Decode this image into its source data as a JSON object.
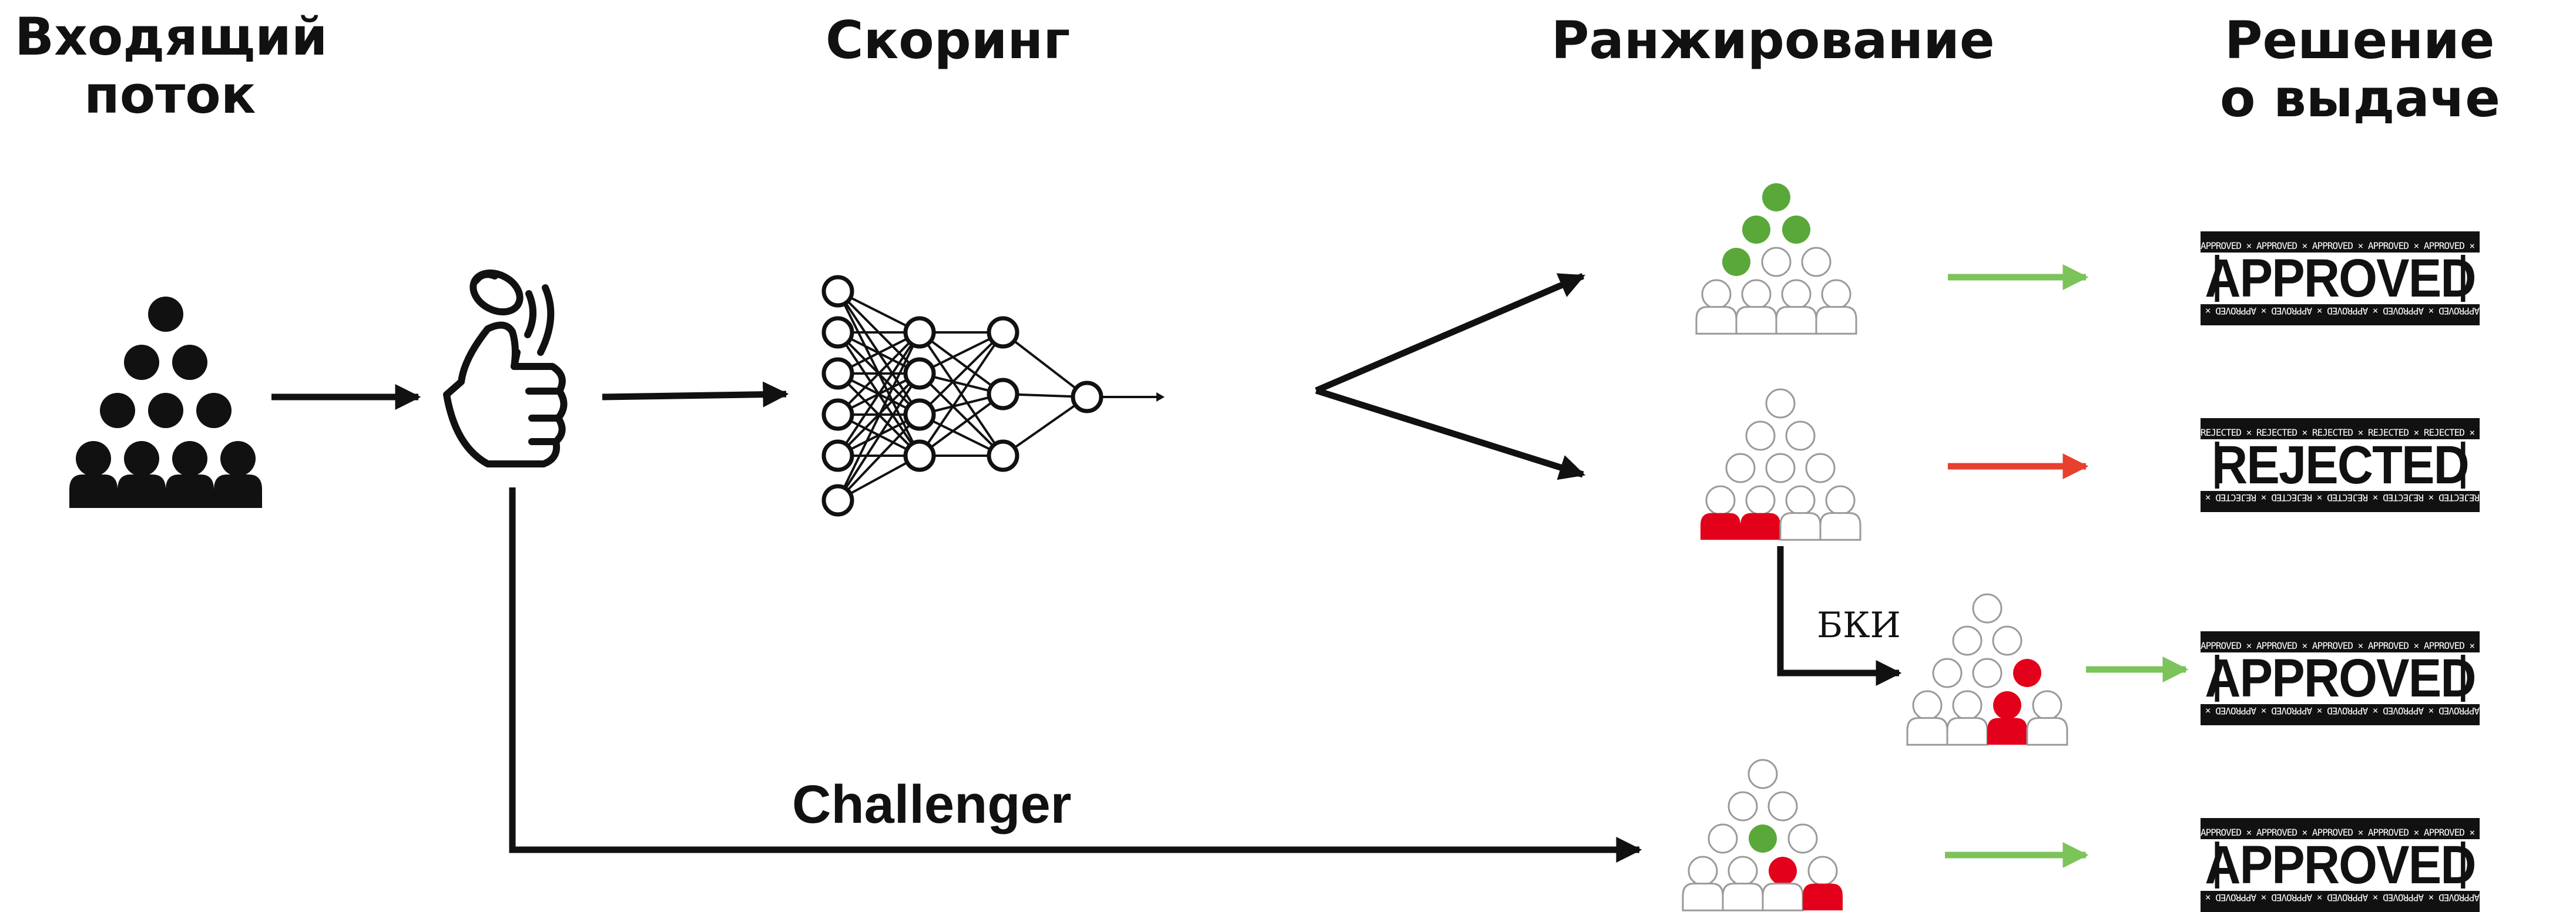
{
  "headers": {
    "incoming": [
      "Входящий",
      "поток"
    ],
    "scoring": "Скоринг",
    "ranking": "Ранжирование",
    "decision": [
      "Решение",
      "о выдаче"
    ]
  },
  "labels": {
    "challenger": "Challenger",
    "bki": "БКИ"
  },
  "stamps": [
    {
      "word": "APPROVED",
      "tiny": "APPROVED × APPROVED × APPROVED × APPROVED × APPROVED × APPROVED × APPROVED"
    },
    {
      "word": "REJECTED",
      "tiny": "REJECTED × REJECTED × REJECTED × REJECTED × REJECTED × REJECTED × REJECTED"
    },
    {
      "word": "APPROVED",
      "tiny": "APPROVED × APPROVED × APPROVED × APPROVED × APPROVED × APPROVED × APPROVED"
    },
    {
      "word": "APPROVED",
      "tiny": "APPROVED × APPROVED × APPROVED × APPROVED × APPROVED × APPROVED × APPROVED"
    }
  ],
  "colors": {
    "ink": "#111111",
    "approve": "#7cc35a",
    "reject": "#e8402e",
    "green_dot": "#5aa83a",
    "red_dot": "#e3001b",
    "outline": "#9a9a9a"
  },
  "icons": {
    "crowd_input": "people-pyramid-icon",
    "scoring_gesture": "thumb-coin-flip-icon",
    "model": "neural-network-icon",
    "result_groups": "people-pyramid-icon"
  }
}
